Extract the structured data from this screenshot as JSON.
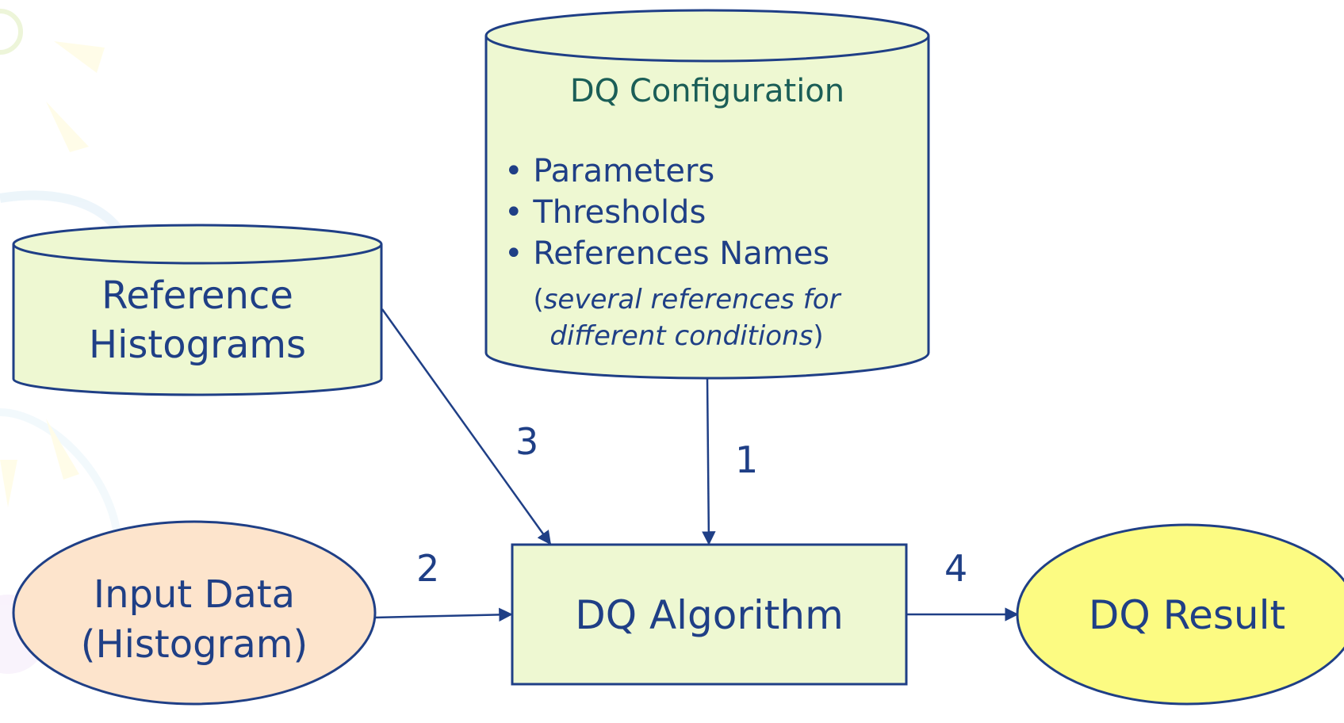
{
  "nodes": {
    "config": {
      "title": "DQ Configuration",
      "items": [
        "Parameters",
        "Thresholds",
        "References Names"
      ],
      "note_open": "(",
      "note_italic": "several references for different conditions",
      "note_close": ")"
    },
    "reference": {
      "line1": "Reference",
      "line2": "Histograms"
    },
    "input": {
      "line1": "Input Data",
      "line2": "(Histogram)"
    },
    "algorithm": {
      "label": "DQ Algorithm"
    },
    "result": {
      "label": "DQ Result"
    }
  },
  "edges": {
    "config_to_algorithm": "1",
    "input_to_algorithm": "2",
    "reference_to_algorithm": "3",
    "algorithm_to_result": "4"
  },
  "colors": {
    "stroke": "#1f3f86",
    "cylinder_fill": "#eef8d2",
    "algorithm_fill": "#eef8d2",
    "input_fill": "#fde4cc",
    "result_fill": "#fcfb82",
    "text": "#1f3f86"
  }
}
